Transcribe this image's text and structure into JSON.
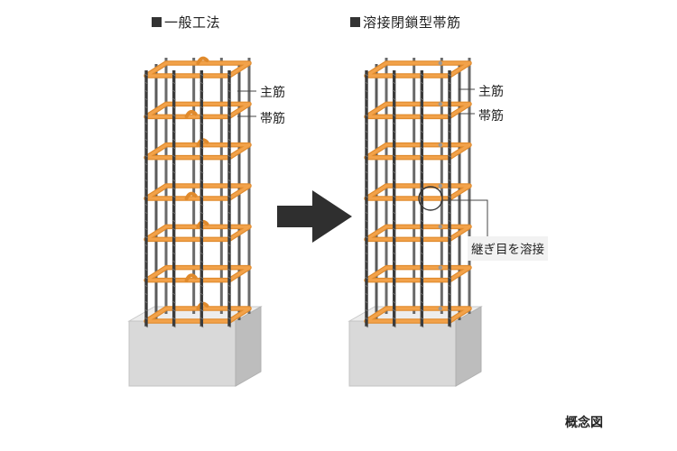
{
  "headings": {
    "left": "一般工法",
    "right": "溶接閉鎖型帯筋"
  },
  "labels": {
    "main_bar": "主筋",
    "hoop": "帯筋",
    "weld_note": "継ぎ目を溶接"
  },
  "caption": "概念図",
  "colors": {
    "hoop": "#f2a24a",
    "hoop_edge": "#e08a2c",
    "main_bar": "#3b3b3b",
    "arrow": "#2f2f2f",
    "concrete_top": "#ededed",
    "concrete_front": "#d9d9d9",
    "concrete_side": "#bdbdbd"
  },
  "diagram": {
    "hoop_count": 7,
    "main_bars_per_side": 4
  }
}
